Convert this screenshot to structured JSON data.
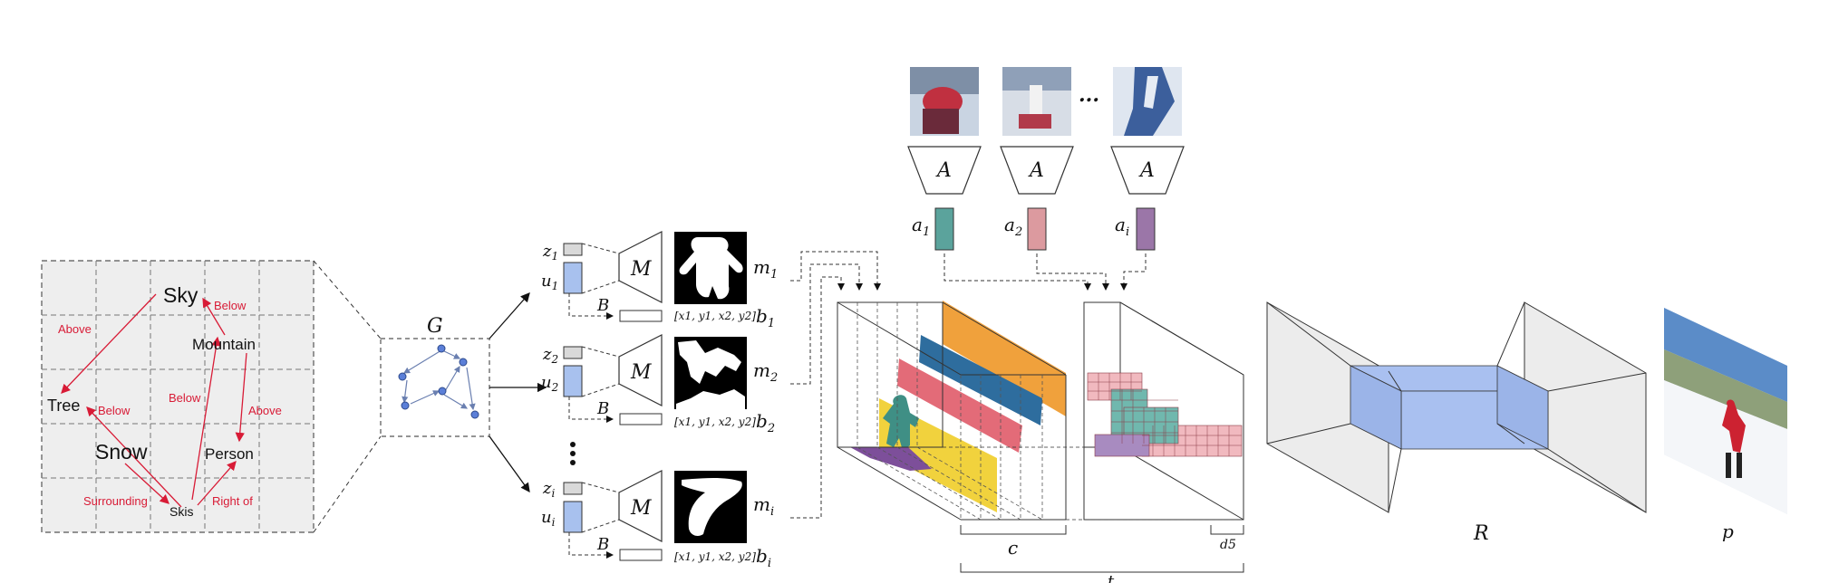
{
  "scene_graph": {
    "objects": [
      "Sky",
      "Mountain",
      "Tree",
      "Snow",
      "Person",
      "Skis"
    ],
    "relations": [
      "Below",
      "Above",
      "Below",
      "Below",
      "Above",
      "Surrounding",
      "Right of"
    ]
  },
  "labels": {
    "graph": "G",
    "mask_net": "M",
    "box_net": "B",
    "appearance_net": "A",
    "refine_net": "R",
    "output": "p",
    "z1": "z",
    "z1_sub": "1",
    "u1": "u",
    "u1_sub": "1",
    "z2": "z",
    "z2_sub": "2",
    "u2": "u",
    "u2_sub": "2",
    "zi": "z",
    "zi_sub": "i",
    "ui": "u",
    "ui_sub": "i",
    "m1": "m",
    "m1_sub": "1",
    "m2": "m",
    "m2_sub": "2",
    "mi": "m",
    "mi_sub": "i",
    "b1": "b",
    "b1_sub": "1",
    "b2": "b",
    "b2_sub": "2",
    "bi": "b",
    "bi_sub": "i",
    "a1": "a",
    "a1_sub": "1",
    "a2": "a",
    "a2_sub": "2",
    "ai": "a",
    "ai_sub": "i",
    "bbox_coords": "[x1, y1, x2, y2]",
    "ellipsis": "...",
    "c": "c",
    "d5": "d5",
    "t": "t"
  },
  "colors": {
    "relation": "#d81b36",
    "latent_gray": "#d9d9d9",
    "latent_blue": "#a8c1ee",
    "a1": "#5ba39c",
    "a2": "#dc9a9f",
    "ai": "#9b76a8",
    "yellow": "#f1d23d",
    "orange": "#f0a13c",
    "blue": "#2e6d9e",
    "pink": "#e36b78",
    "purple": "#7d4f9a",
    "teal": "#3f8f85",
    "bottleneck": "#a9c0f0"
  }
}
